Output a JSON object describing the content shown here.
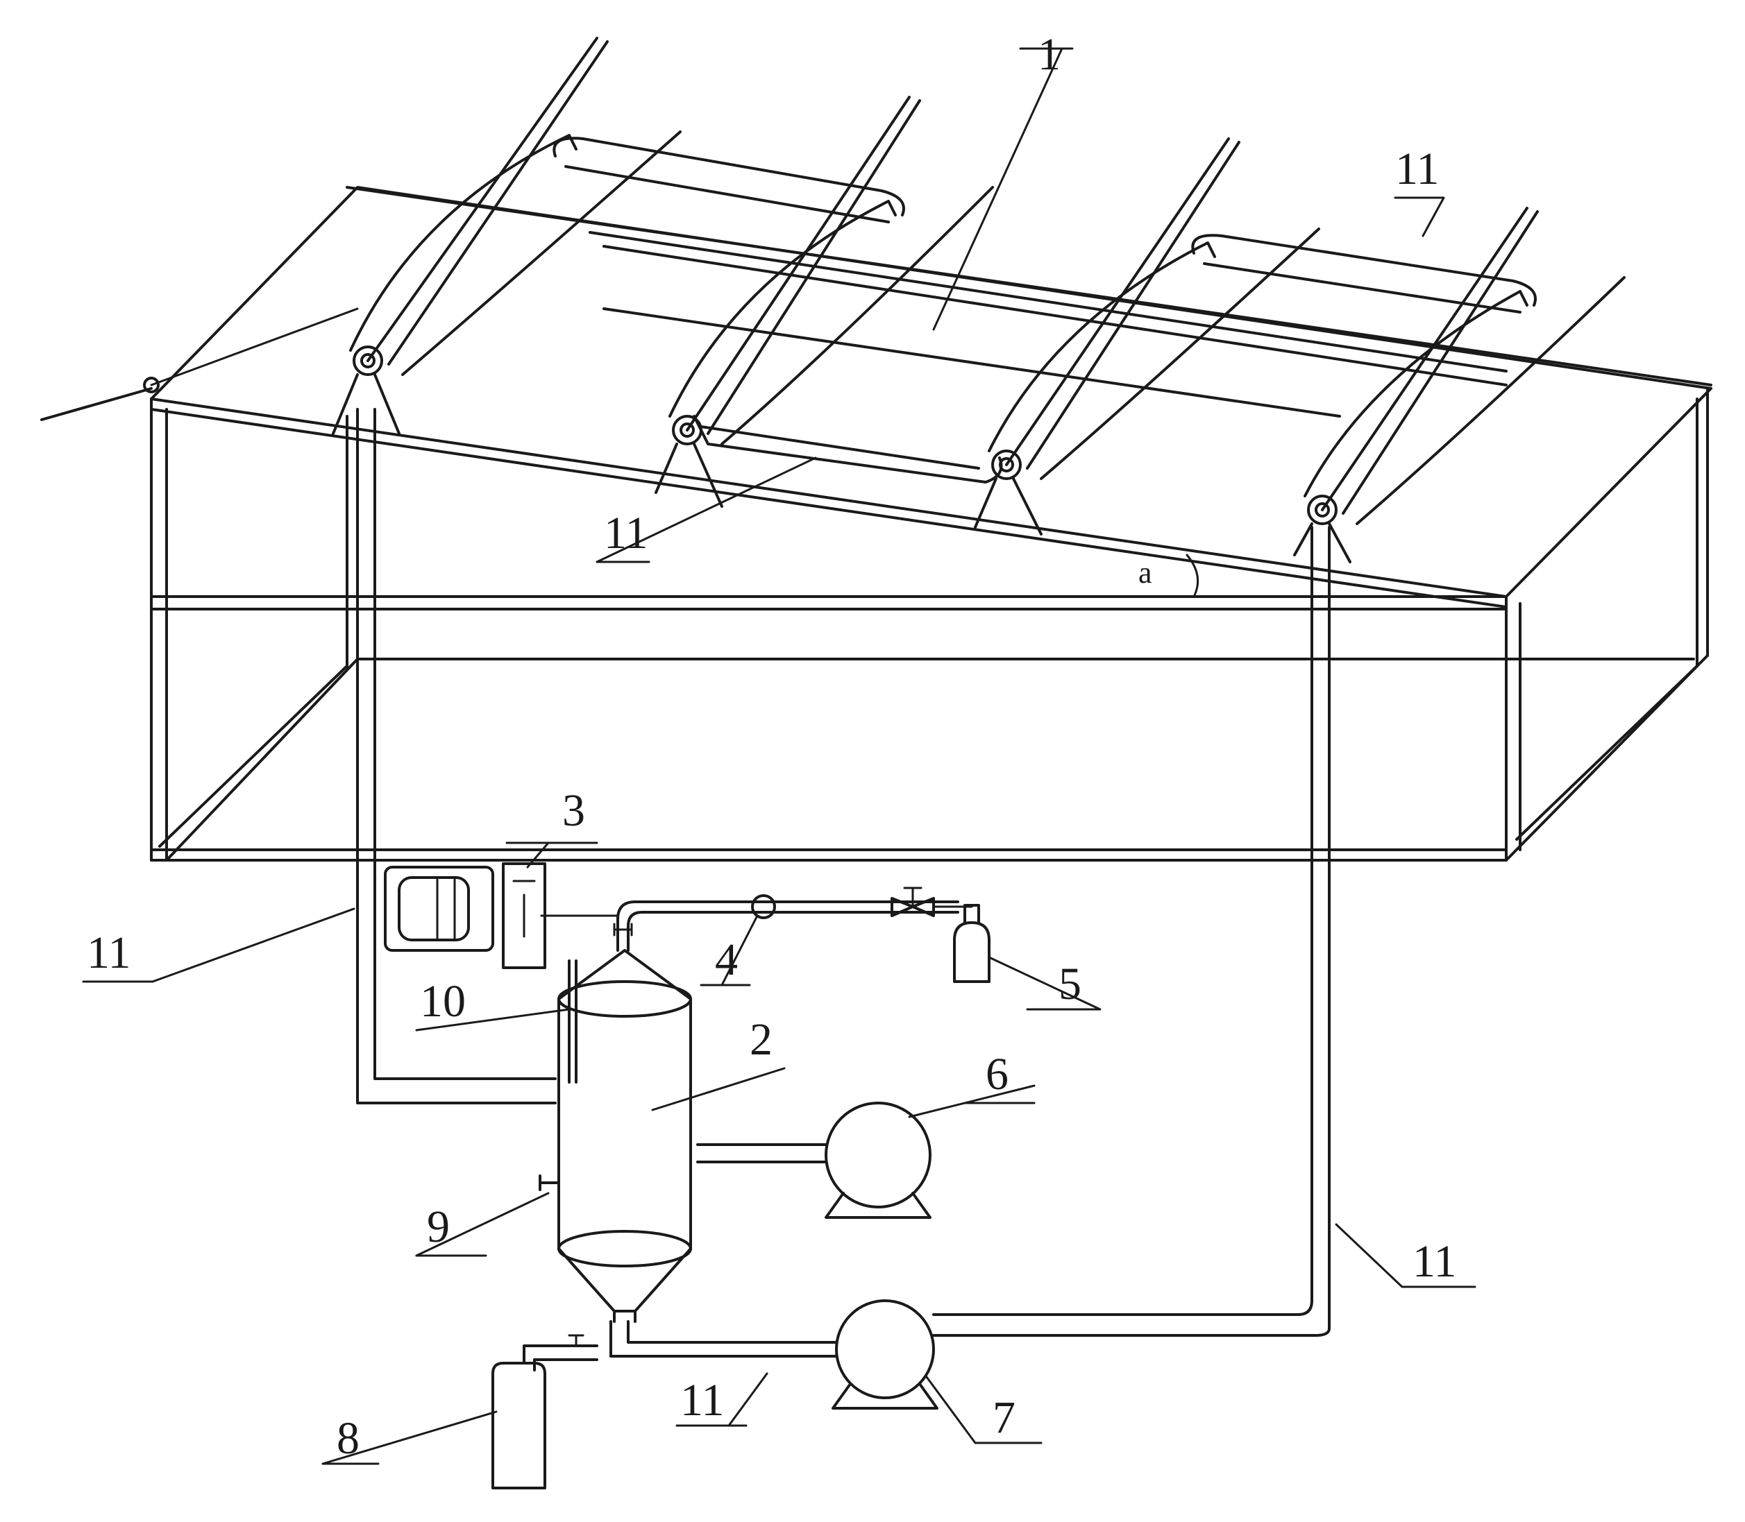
{
  "labels": {
    "collector": "1",
    "reactor": "2",
    "controller": "3",
    "flow_meter": "4",
    "gas_cylinder": "5",
    "blower": "6",
    "circulation_pump": "7",
    "collection_bottle": "8",
    "sampling_port": "9",
    "sensor": "10",
    "pipe": "11",
    "angle": "a"
  },
  "colors": {
    "line": "#1a1a1a",
    "background": "#ffffff"
  }
}
